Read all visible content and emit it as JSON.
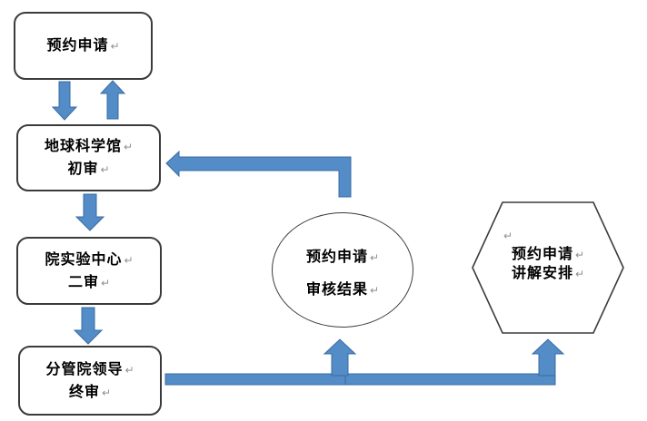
{
  "colors": {
    "background": "#ffffff",
    "arrow_fill": "#538cc6",
    "arrow_stroke": "#3a6ca4",
    "shape_border": "#3b3b3b",
    "shape_fill": "#ffffff",
    "text": "#000000",
    "mark": "#8f8f8f"
  },
  "marks": {
    "return_mark": "↵"
  },
  "nodes": {
    "apply": {
      "shape": "rounded-rectangle",
      "lines": [
        "预约申请"
      ]
    },
    "museum_review": {
      "shape": "rounded-rectangle",
      "lines": [
        "地球科学馆",
        "初审"
      ]
    },
    "lab_center_review": {
      "shape": "rounded-rectangle",
      "lines": [
        "院实验中心",
        "二审"
      ]
    },
    "dean_final_review": {
      "shape": "rounded-rectangle",
      "lines": [
        "分管院领导",
        "终审"
      ]
    },
    "review_result": {
      "shape": "ellipse",
      "lines": [
        "预约申请",
        "审核结果"
      ]
    },
    "guide_arrangement": {
      "shape": "hexagon",
      "lines": [
        "预约申请",
        "讲解安排"
      ]
    }
  },
  "connectors": [
    {
      "name": "apply-to-museum",
      "type": "arrow-down"
    },
    {
      "name": "museum-to-apply",
      "type": "arrow-up"
    },
    {
      "name": "museum-to-lab-center",
      "type": "arrow-down"
    },
    {
      "name": "lab-center-to-dean",
      "type": "arrow-down"
    },
    {
      "name": "result-to-museum",
      "type": "bent-arrow-left"
    },
    {
      "name": "dean-to-result",
      "type": "bent-arrow-up"
    },
    {
      "name": "dean-to-arrangement",
      "type": "bent-arrow-up"
    }
  ]
}
